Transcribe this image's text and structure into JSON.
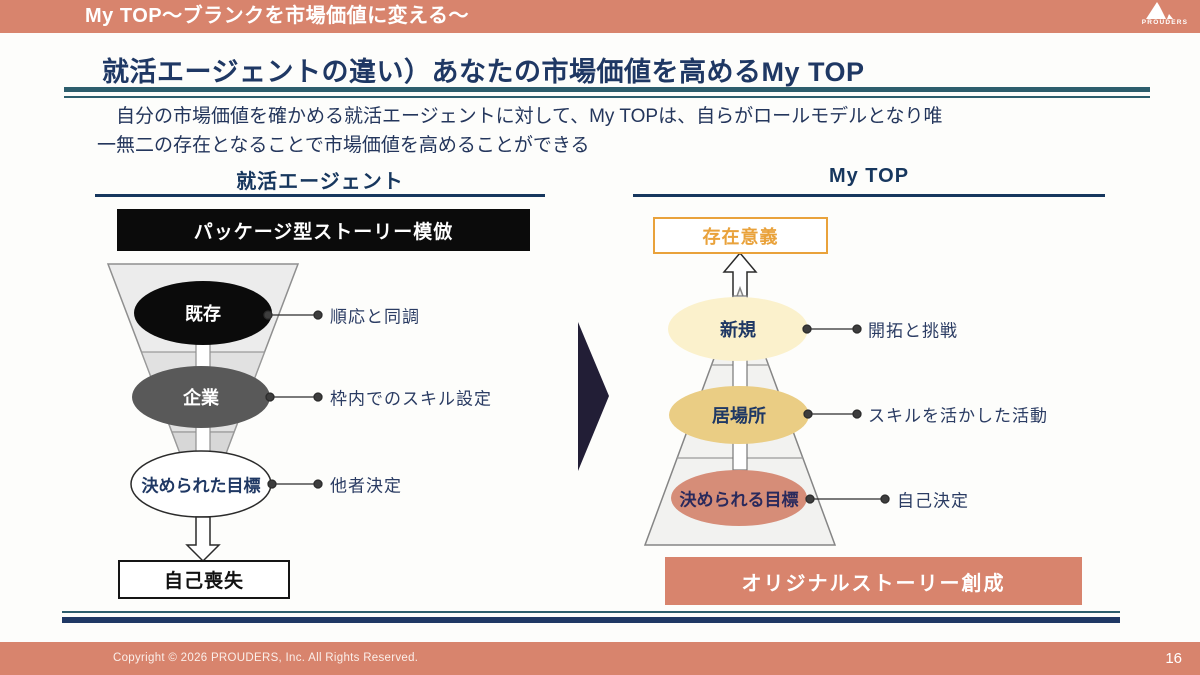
{
  "header": {
    "title": "My TOP〜ブランクを市場価値に変える〜",
    "logo_text": "PROUDERS"
  },
  "slide": {
    "title": "就活エージェントの違い）あなたの市場価値を高めるMy TOP",
    "description": "自分の市場価値を確かめる就活エージェントに対して、My TOPは、自らがロールモデルとなり唯一無二の存在となることで市場価値を高めることができる"
  },
  "left_column": {
    "heading": "就活エージェント",
    "top_box": "パッケージ型ストーリー模倣",
    "levels": [
      {
        "label": "既存",
        "callout": "順応と同調"
      },
      {
        "label": "企業",
        "callout": "枠内でのスキル設定"
      },
      {
        "label": "決められた目標",
        "callout": "他者決定"
      }
    ],
    "bottom_box": "自己喪失"
  },
  "right_column": {
    "heading": "My TOP",
    "top_box": "存在意義",
    "levels": [
      {
        "label": "新規",
        "callout": "開拓と挑戦"
      },
      {
        "label": "居場所",
        "callout": "スキルを活かした活動"
      },
      {
        "label": "決められる目標",
        "callout": "自己決定"
      }
    ],
    "bottom_box": "オリジナルストーリー創成"
  },
  "footer": {
    "copyright": "Copyright © 2026 PROUDERS, Inc.  All Rights Reserved.",
    "page_number": "16"
  },
  "colors": {
    "accent_salmon": "#D8846D",
    "navy": "#1F3864",
    "teal_line": "#2D5E6D",
    "orange": "#E9A23B",
    "black_ellipse": "#0B0B0B",
    "gray_ellipse": "#595959",
    "cream_ellipse": "#FBF1CC",
    "gold_ellipse": "#EACD84",
    "salmon_ellipse": "#D68D78"
  }
}
